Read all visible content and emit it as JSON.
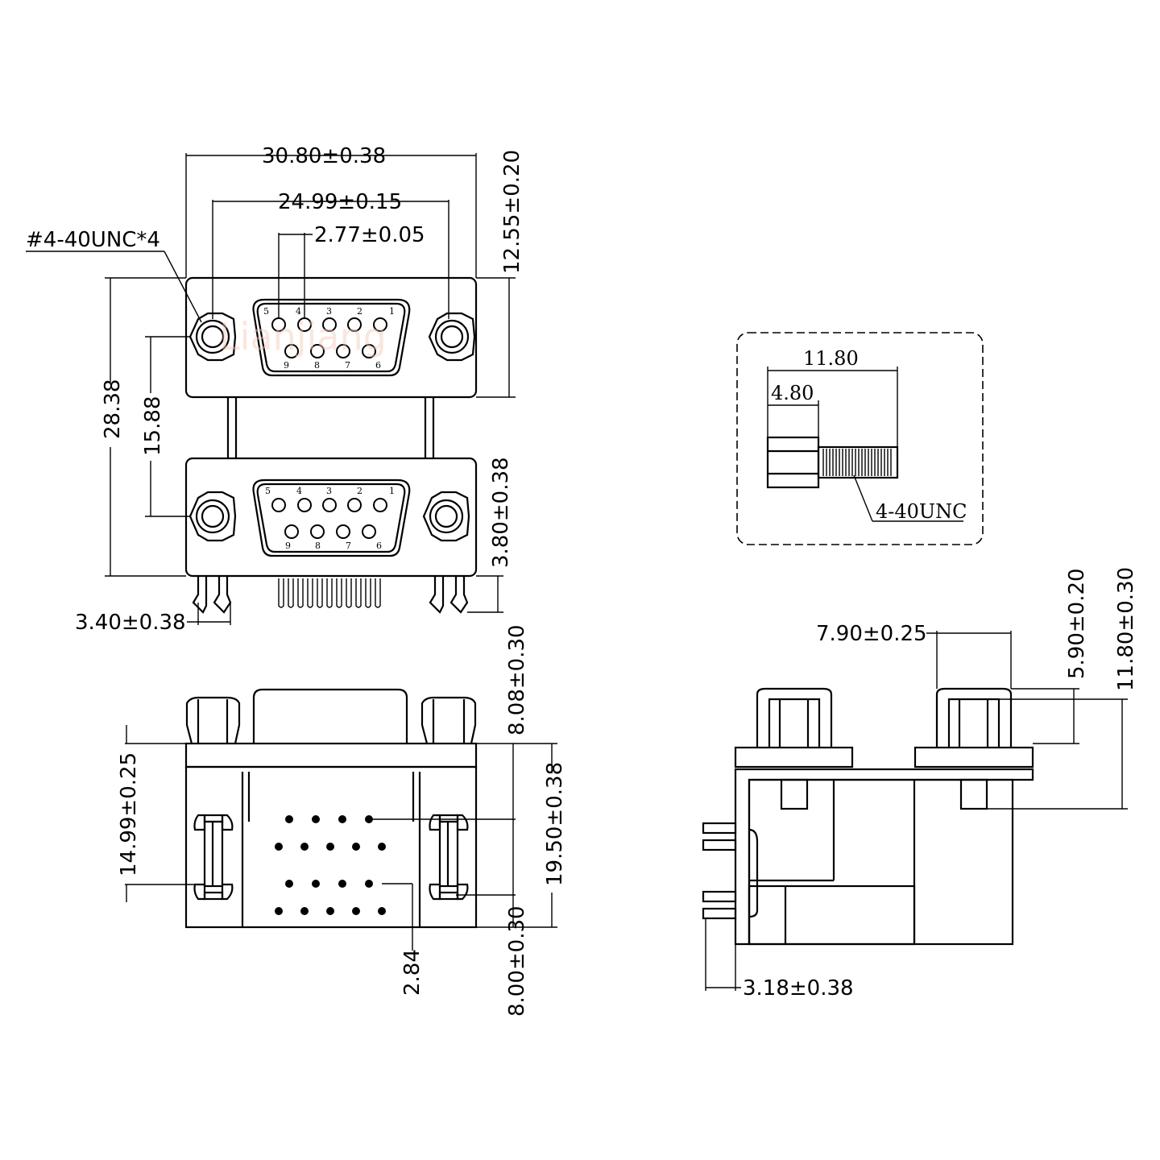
{
  "dimensions": {
    "overall_width": "30.80±0.38",
    "flange_hole_spacing": "24.99±0.15",
    "pin_pitch": "2.77±0.05",
    "screw_thread_callout": "#4-40UNC*4",
    "top_shell_height": "12.55±0.20",
    "overall_height": "28.38",
    "port_spacing": "15.88",
    "board_lock_length": "3.80±0.38",
    "board_lock_offset": "3.40±0.38",
    "front_top_height": "8.08±0.30",
    "front_row_spacing": "14.99±0.25",
    "front_body_height": "19.50±0.38",
    "front_bottom_height": "8.00±0.30",
    "pcb_pitch": "2.84",
    "side_hex_spacing": "7.90±0.25",
    "side_hex_height": "5.90±0.20",
    "side_total_height": "11.80±0.30",
    "side_pin_offset": "3.18±0.38"
  },
  "screw_detail": {
    "total_length": "11.80",
    "hex_length": "4.80",
    "thread_label": "4-40UNC"
  },
  "pin_numbers": {
    "top_row": [
      "5",
      "4",
      "3",
      "2",
      "1"
    ],
    "bottom_row": [
      "9",
      "8",
      "7",
      "6"
    ]
  },
  "watermark": "Lianjiang"
}
